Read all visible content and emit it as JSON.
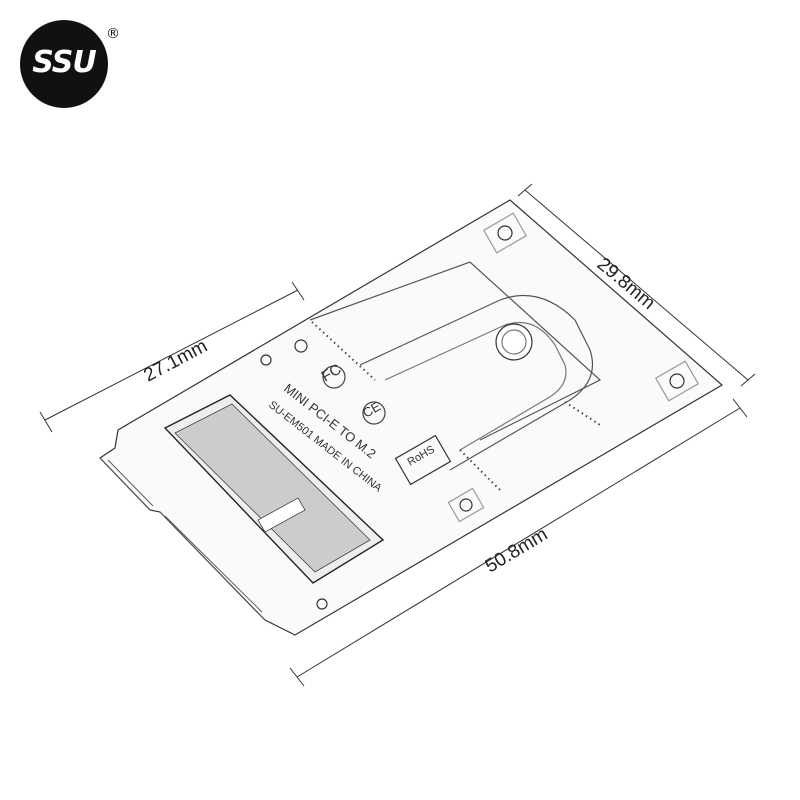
{
  "brand": {
    "logo_text": "SSU",
    "registered_mark": "®"
  },
  "dimensions": {
    "length": "50.8mm",
    "width": "29.8mm",
    "inner_width": "27.1mm"
  },
  "board_markings": {
    "line1": "MINI PCI-E TO M.2",
    "line2": "SU-EM501 MADE IN CHINA",
    "rohs": "RoHS",
    "fcc": "FC",
    "ce": "CE"
  },
  "colors": {
    "background": "#ffffff",
    "ink": "#333333",
    "logo": "#111111"
  }
}
